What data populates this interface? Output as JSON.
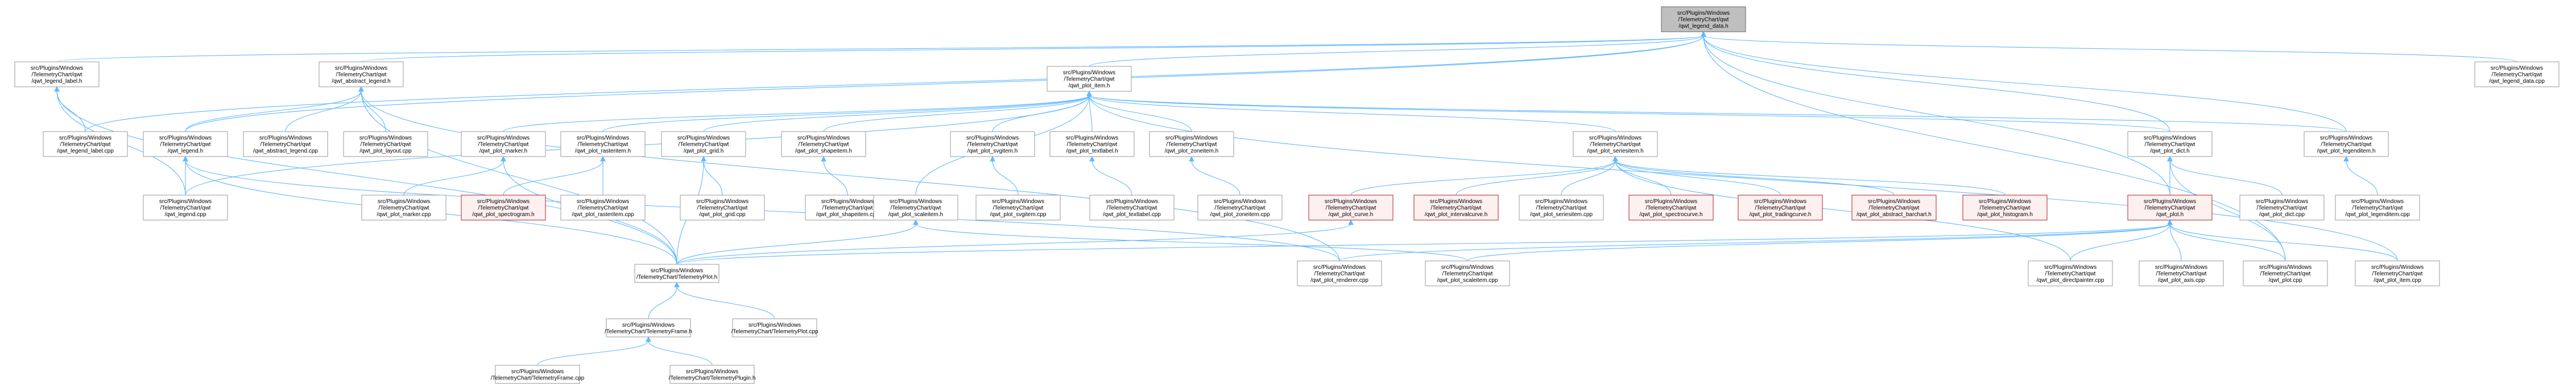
{
  "colors": {
    "edge": "#63b8ff",
    "root_fill": "#bfbfbf",
    "node_border": "#999999",
    "missing_border": "#b22222"
  },
  "nodes": {
    "legend_data_h": [
      "src/Plugins/Windows",
      "/TelemetryChart/qwt",
      "/qwt_legend_data.h"
    ],
    "legend_label_h": [
      "src/Plugins/Windows",
      "/TelemetryChart/qwt",
      "/qwt_legend_label.h"
    ],
    "abstract_legend_h": [
      "src/Plugins/Windows",
      "/TelemetryChart/qwt",
      "/qwt_abstract_legend.h"
    ],
    "plot_item_h": [
      "src/Plugins/Windows",
      "/TelemetryChart/qwt",
      "/qwt_plot_item.h"
    ],
    "legend_data_cpp": [
      "src/Plugins/Windows",
      "/TelemetryChart/qwt",
      "/qwt_legend_data.cpp"
    ],
    "legend_label_cpp": [
      "src/Plugins/Windows",
      "/TelemetryChart/qwt",
      "/qwt_legend_label.cpp"
    ],
    "legend_h": [
      "src/Plugins/Windows",
      "/TelemetryChart/qwt",
      "/qwt_legend.h"
    ],
    "abstract_legend_cpp": [
      "src/Plugins/Windows",
      "/TelemetryChart/qwt",
      "/qwt_abstract_legend.cpp"
    ],
    "plot_layout_cpp": [
      "src/Plugins/Windows",
      "/TelemetryChart/qwt",
      "/qwt_plot_layout.cpp"
    ],
    "plot_marker_h": [
      "src/Plugins/Windows",
      "/TelemetryChart/qwt",
      "/qwt_plot_marker.h"
    ],
    "plot_rasteritem_h": [
      "src/Plugins/Windows",
      "/TelemetryChart/qwt",
      "/qwt_plot_rasteritem.h"
    ],
    "plot_grid_h": [
      "src/Plugins/Windows",
      "/TelemetryChart/qwt",
      "/qwt_plot_grid.h"
    ],
    "plot_shapeitem_h": [
      "src/Plugins/Windows",
      "/TelemetryChart/qwt",
      "/qwt_plot_shapeitem.h"
    ],
    "plot_svgitem_h": [
      "src/Plugins/Windows",
      "/TelemetryChart/qwt",
      "/qwt_plot_svgitem.h"
    ],
    "plot_textlabel_h": [
      "src/Plugins/Windows",
      "/TelemetryChart/qwt",
      "/qwt_plot_textlabel.h"
    ],
    "plot_zoneitem_h": [
      "src/Plugins/Windows",
      "/TelemetryChart/qwt",
      "/qwt_plot_zoneitem.h"
    ],
    "plot_seriesitem_h": [
      "src/Plugins/Windows",
      "/TelemetryChart/qwt",
      "/qwt_plot_seriesitem.h"
    ],
    "plot_dict_h": [
      "src/Plugins/Windows",
      "/TelemetryChart/qwt",
      "/qwt_plot_dict.h"
    ],
    "legenditem_h": [
      "src/Plugins/Windows",
      "/TelemetryChart/qwt",
      "/qwt_plot_legenditem.h"
    ],
    "legend_cpp": [
      "src/Plugins/Windows",
      "/TelemetryChart/qwt",
      "/qwt_legend.cpp"
    ],
    "plot_marker_cpp": [
      "src/Plugins/Windows",
      "/TelemetryChart/qwt",
      "/qwt_plot_marker.cpp"
    ],
    "plot_spectrogram_h": [
      "src/Plugins/Windows",
      "/TelemetryChart/qwt",
      "/qwt_plot_spectrogram.h"
    ],
    "plot_rasteritem_cpp": [
      "src/Plugins/Windows",
      "/TelemetryChart/qwt",
      "/qwt_plot_rasteritem.cpp"
    ],
    "plot_grid_cpp": [
      "src/Plugins/Windows",
      "/TelemetryChart/qwt",
      "/qwt_plot_grid.cpp"
    ],
    "plot_shapeitem_cpp": [
      "src/Plugins/Windows",
      "/TelemetryChart/qwt",
      "/qwt_plot_shapeitem.cpp"
    ],
    "plot_scaleitem_h": [
      "src/Plugins/Windows",
      "/TelemetryChart/qwt",
      "/qwt_plot_scaleitem.h"
    ],
    "plot_svgitem_cpp": [
      "src/Plugins/Windows",
      "/TelemetryChart/qwt",
      "/qwt_plot_svgitem.cpp"
    ],
    "plot_textlabel_cpp": [
      "src/Plugins/Windows",
      "/TelemetryChart/qwt",
      "/qwt_plot_textlabel.cpp"
    ],
    "plot_zoneitem_cpp": [
      "src/Plugins/Windows",
      "/TelemetryChart/qwt",
      "/qwt_plot_zoneitem.cpp"
    ],
    "plot_curve_h": [
      "src/Plugins/Windows",
      "/TelemetryChart/qwt",
      "/qwt_plot_curve.h"
    ],
    "plot_intervalcurve_h": [
      "src/Plugins/Windows",
      "/TelemetryChart/qwt",
      "/qwt_plot_intervalcurve.h"
    ],
    "plot_seriesitem_cpp": [
      "src/Plugins/Windows",
      "/TelemetryChart/qwt",
      "/qwt_plot_seriesitem.cpp"
    ],
    "plot_spectrocurve_h": [
      "src/Plugins/Windows",
      "/TelemetryChart/qwt",
      "/qwt_plot_spectrocurve.h"
    ],
    "plot_tradingcurve_h": [
      "src/Plugins/Windows",
      "/TelemetryChart/qwt",
      "/qwt_plot_tradingcurve.h"
    ],
    "abstract_barchart_h": [
      "src/Plugins/Windows",
      "/TelemetryChart/qwt",
      "/qwt_plot_abstract_barchart.h"
    ],
    "plot_histogram_h": [
      "src/Plugins/Windows",
      "/TelemetryChart/qwt",
      "/qwt_plot_histogram.h"
    ],
    "plot_h": [
      "src/Plugins/Windows",
      "/TelemetryChart/qwt",
      "/qwt_plot.h"
    ],
    "plot_dict_cpp": [
      "src/Plugins/Windows",
      "/TelemetryChart/qwt",
      "/qwt_plot_dict.cpp"
    ],
    "legenditem_cpp": [
      "src/Plugins/Windows",
      "/TelemetryChart/qwt",
      "/qwt_plot_legenditem.cpp"
    ],
    "telemetryplot_h": [
      "src/Plugins/Windows",
      "/TelemetryChart/TelemetryPlot.h"
    ],
    "plot_renderer_cpp": [
      "src/Plugins/Windows",
      "/TelemetryChart/qwt",
      "/qwt_plot_renderer.cpp"
    ],
    "plot_scaleitem_cpp": [
      "src/Plugins/Windows",
      "/TelemetryChart/qwt",
      "/qwt_plot_scaleitem.cpp"
    ],
    "plot_directpainter_cpp": [
      "src/Plugins/Windows",
      "/TelemetryChart/qwt",
      "/qwt_plot_directpainter.cpp"
    ],
    "plot_axis_cpp": [
      "src/Plugins/Windows",
      "/TelemetryChart/qwt",
      "/qwt_plot_axis.cpp"
    ],
    "plot_cpp": [
      "src/Plugins/Windows",
      "/TelemetryChart/qwt",
      "/qwt_plot.cpp"
    ],
    "plot_item_cpp": [
      "src/Plugins/Windows",
      "/TelemetryChart/qwt",
      "/qwt_plot_item.cpp"
    ],
    "telemetryframe_h": [
      "src/Plugins/Windows",
      "/TelemetryChart/TelemetryFrame.h"
    ],
    "telemetryplot_cpp": [
      "src/Plugins/Windows",
      "/TelemetryChart/TelemetryPlot.cpp"
    ],
    "telemetryframe_cpp": [
      "src/Plugins/Windows",
      "/TelemetryChart/TelemetryFrame.cpp"
    ],
    "telemetryplugin_h": [
      "src/Plugins/Windows",
      "/TelemetryChart/TelemetryPlugin.h"
    ]
  }
}
